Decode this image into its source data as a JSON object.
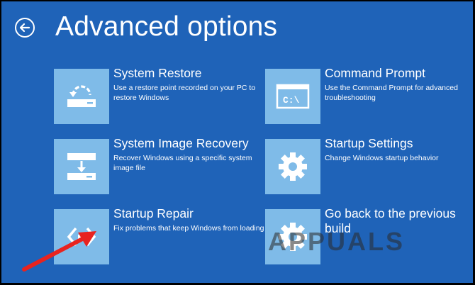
{
  "header": {
    "title": "Advanced options",
    "back_icon": "back-arrow-icon"
  },
  "options": [
    {
      "title": "System Restore",
      "description": "Use a restore point recorded on your PC to restore Windows",
      "icon": "system-restore-icon"
    },
    {
      "title": "Command Prompt",
      "description": "Use the Command Prompt for advanced troubleshooting",
      "icon": "command-prompt-icon",
      "icon_text": "C:\\"
    },
    {
      "title": "System Image Recovery",
      "description": "Recover Windows using a specific system image file",
      "icon": "system-image-icon"
    },
    {
      "title": "Startup Settings",
      "description": "Change Windows startup behavior",
      "icon": "gear-icon"
    },
    {
      "title": "Startup Repair",
      "description": "Fix problems that keep Windows from loading",
      "icon": "startup-repair-icon"
    },
    {
      "title": "Go back to the previous build",
      "description": "",
      "icon": "gear-icon"
    }
  ],
  "watermark": {
    "text": "APPUALS"
  },
  "colors": {
    "background": "#1f63b8",
    "tile": "#7fbbe8",
    "arrow": "#e8231f"
  }
}
